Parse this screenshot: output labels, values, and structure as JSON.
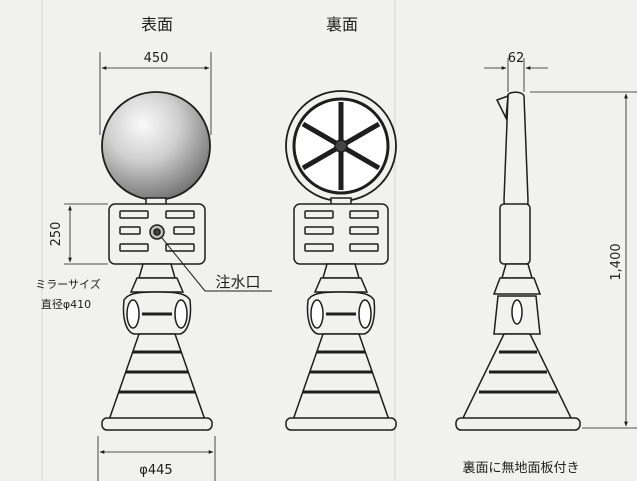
{
  "views": {
    "front_title": "表面",
    "back_title": "裏面"
  },
  "dimensions": {
    "mirror_width": "450",
    "plate_height": "250",
    "side_thickness": "62",
    "total_height": "1,400",
    "base_diameter": "φ445"
  },
  "labels": {
    "water_inlet": "注水口",
    "mirror_size_line1": "ミラーサイズ",
    "mirror_size_line2": "直径φ410",
    "back_note": "裏面に無地面板付き"
  },
  "colors": {
    "background": "#f1f1ef",
    "line": "#1e1e1e",
    "mirror_light": "#f4f4f4",
    "mirror_dark": "#6e6e6e",
    "grid_line": "#cfcfcf"
  }
}
